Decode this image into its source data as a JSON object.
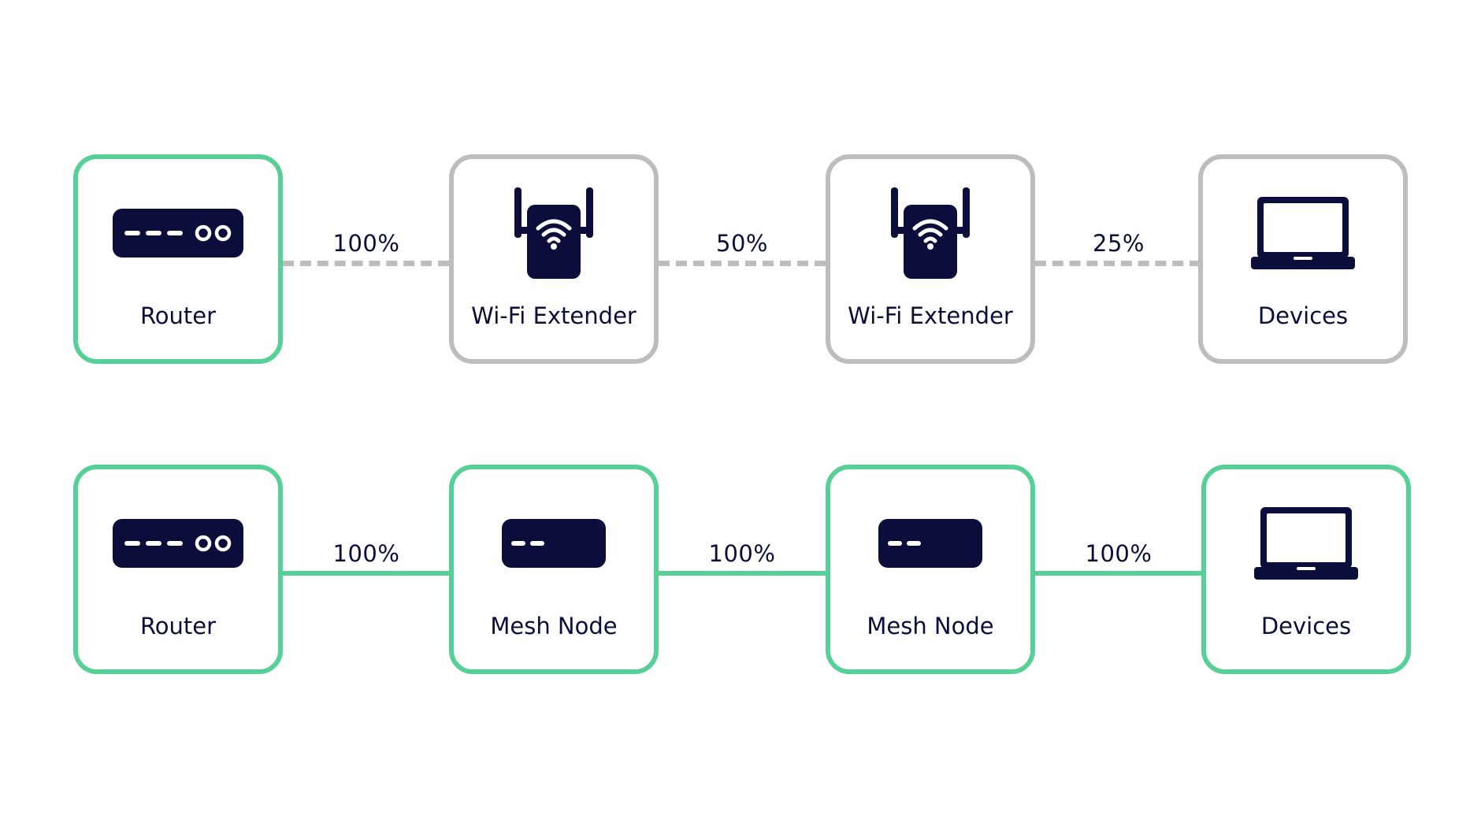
{
  "colors": {
    "green_border": "#57d098",
    "grey_border": "#bdbdbd",
    "icon_navy": "#0b0d3b"
  },
  "rows": [
    {
      "name": "extender",
      "link_style": "dashed-grey",
      "nodes": [
        {
          "label": "Router",
          "icon": "router-icon",
          "border": "green"
        },
        {
          "label": "Wi-Fi Extender",
          "icon": "wifi-extender-icon",
          "border": "grey"
        },
        {
          "label": "Wi-Fi Extender",
          "icon": "wifi-extender-icon",
          "border": "grey"
        },
        {
          "label": "Devices",
          "icon": "laptop-icon",
          "border": "grey"
        }
      ],
      "links": [
        "100%",
        "50%",
        "25%"
      ]
    },
    {
      "name": "mesh",
      "link_style": "solid-green",
      "nodes": [
        {
          "label": "Router",
          "icon": "router-icon",
          "border": "green"
        },
        {
          "label": "Mesh Node",
          "icon": "mesh-node-icon",
          "border": "green"
        },
        {
          "label": "Mesh Node",
          "icon": "mesh-node-icon",
          "border": "green"
        },
        {
          "label": "Devices",
          "icon": "laptop-icon",
          "border": "green"
        }
      ],
      "links": [
        "100%",
        "100%",
        "100%"
      ]
    }
  ]
}
